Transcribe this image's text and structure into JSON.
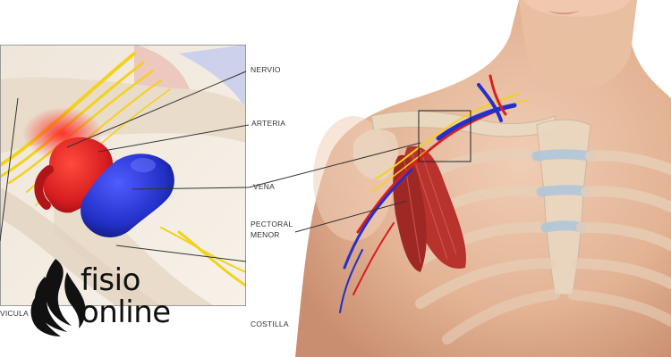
{
  "labels": {
    "nervio": "NERVIO",
    "arteria": "ARTERIA",
    "vena": "VENA",
    "pectoral_line1": "PECTORAL",
    "pectoral_line2": "MENOR",
    "costilla": "COSTILLA",
    "clavicula_partial": "VICULA"
  },
  "logo": {
    "word1": "fisio",
    "word2": "online"
  },
  "colors": {
    "artery": "#d81e20",
    "vein": "#2331c8",
    "nerve": "#f2d21c",
    "muscle": "#b8322e",
    "skin": "#e7b99c",
    "bone": "#ead7c0",
    "rib_cartilage": "#a9c4dc"
  }
}
